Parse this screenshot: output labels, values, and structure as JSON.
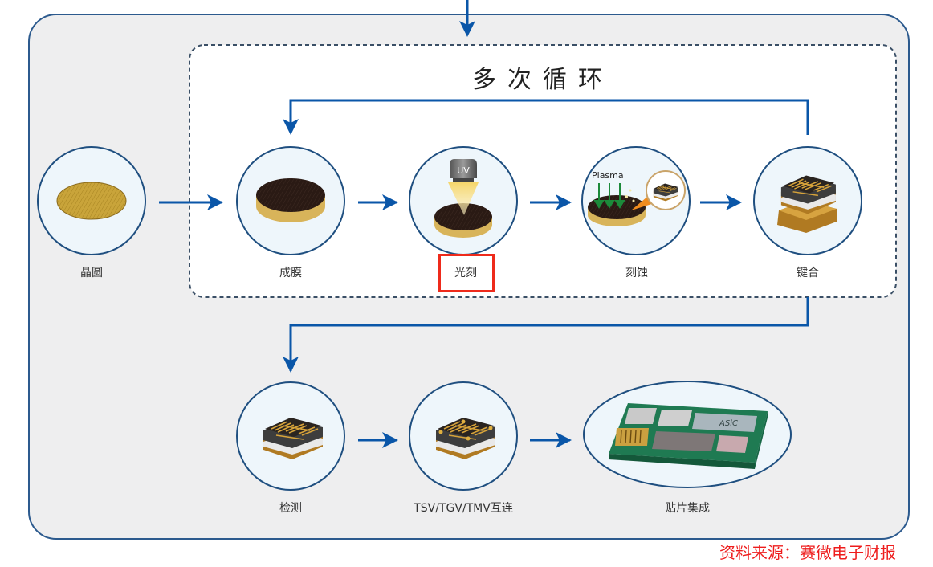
{
  "title": "多次循环",
  "source": "资料来源：赛微电子财报",
  "colors": {
    "arrow": "#0a56a8",
    "outer_border": "#2c5a8e",
    "outer_fill": "#eeeeef",
    "loop_fill": "#ffffff",
    "circle_fill": "#eef6fb",
    "highlight": "#ee2a1b",
    "source_text": "#ee1c1c"
  },
  "steps": [
    {
      "id": "wafer",
      "label": "晶圆",
      "icon": "wafer-icon"
    },
    {
      "id": "film",
      "label": "成膜",
      "icon": "coated-wafer-icon"
    },
    {
      "id": "litho",
      "label": "光刻",
      "icon": "uv-lithography-icon",
      "highlighted": true,
      "uv_label": "UV"
    },
    {
      "id": "etch",
      "label": "刻蚀",
      "icon": "plasma-etch-icon",
      "plasma_label": "Plasma"
    },
    {
      "id": "bond",
      "label": "键合",
      "icon": "bonded-chip-icon"
    },
    {
      "id": "inspect",
      "label": "检测",
      "icon": "chip-icon"
    },
    {
      "id": "interconnect",
      "label": "TSV/TGV/TMV互连",
      "icon": "chip-with-vias-icon"
    },
    {
      "id": "integration",
      "label": "贴片集成",
      "icon": "pcb-board-icon",
      "asic_label": "ASiC"
    }
  ]
}
